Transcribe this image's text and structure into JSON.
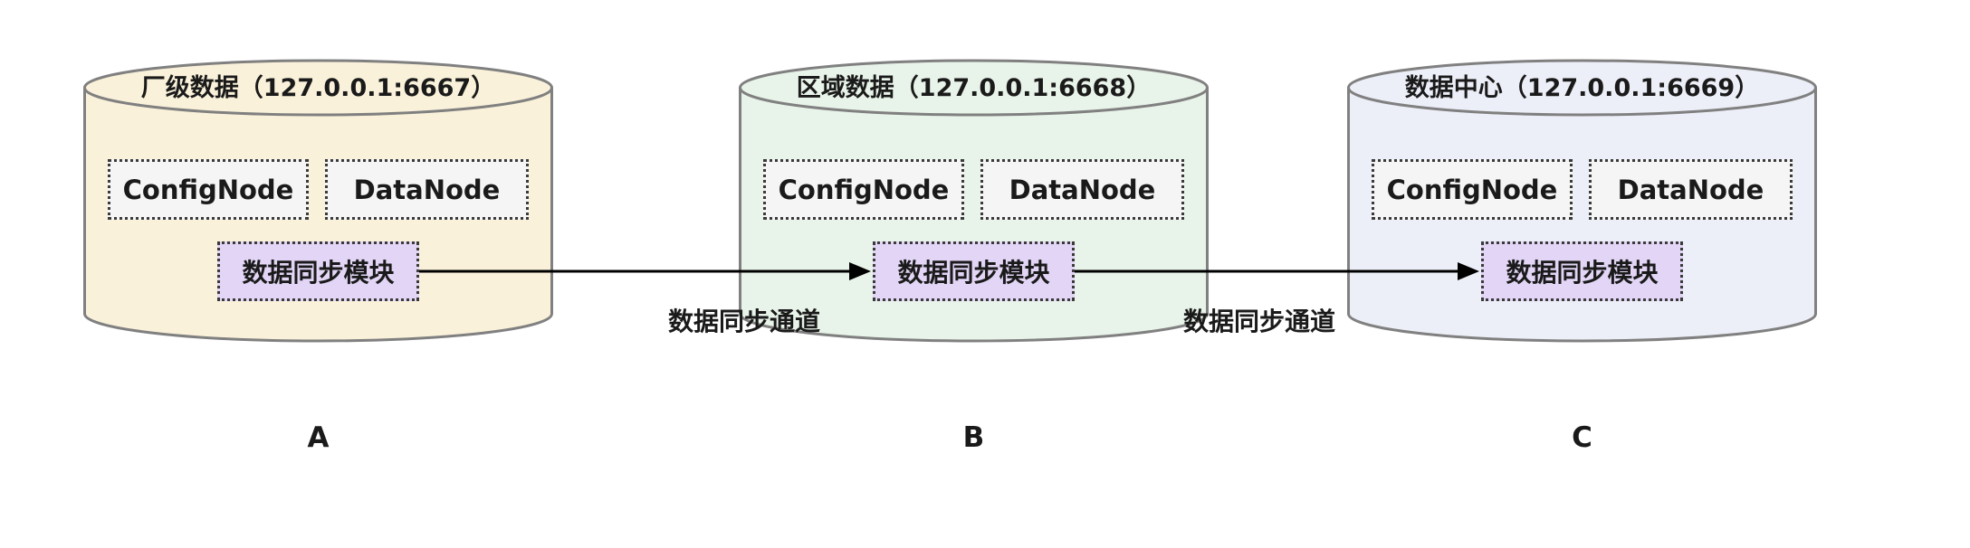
{
  "diagram": {
    "nodes": [
      {
        "title": "厂级数据（127.0.0.1:6667）",
        "config_node_label": "ConfigNode",
        "data_node_label": "DataNode",
        "sync_module_label": "数据同步模块",
        "letter": "A",
        "fill": "#FAF1DA"
      },
      {
        "title": "区域数据（127.0.0.1:6668）",
        "config_node_label": "ConfigNode",
        "data_node_label": "DataNode",
        "sync_module_label": "数据同步模块",
        "letter": "B",
        "fill": "#E8F3E9"
      },
      {
        "title": "数据中心（127.0.0.1:6669）",
        "config_node_label": "ConfigNode",
        "data_node_label": "DataNode",
        "sync_module_label": "数据同步模块",
        "letter": "C",
        "fill": "#EDEFF8"
      }
    ],
    "channels": [
      {
        "label": "数据同步通道"
      },
      {
        "label": "数据同步通道"
      }
    ],
    "colors": {
      "cylinder_stroke": "#808080",
      "node_box_fill": "#F5F5F5",
      "sync_module_fill": "#E2D5F5",
      "arrow": "#000000"
    }
  }
}
